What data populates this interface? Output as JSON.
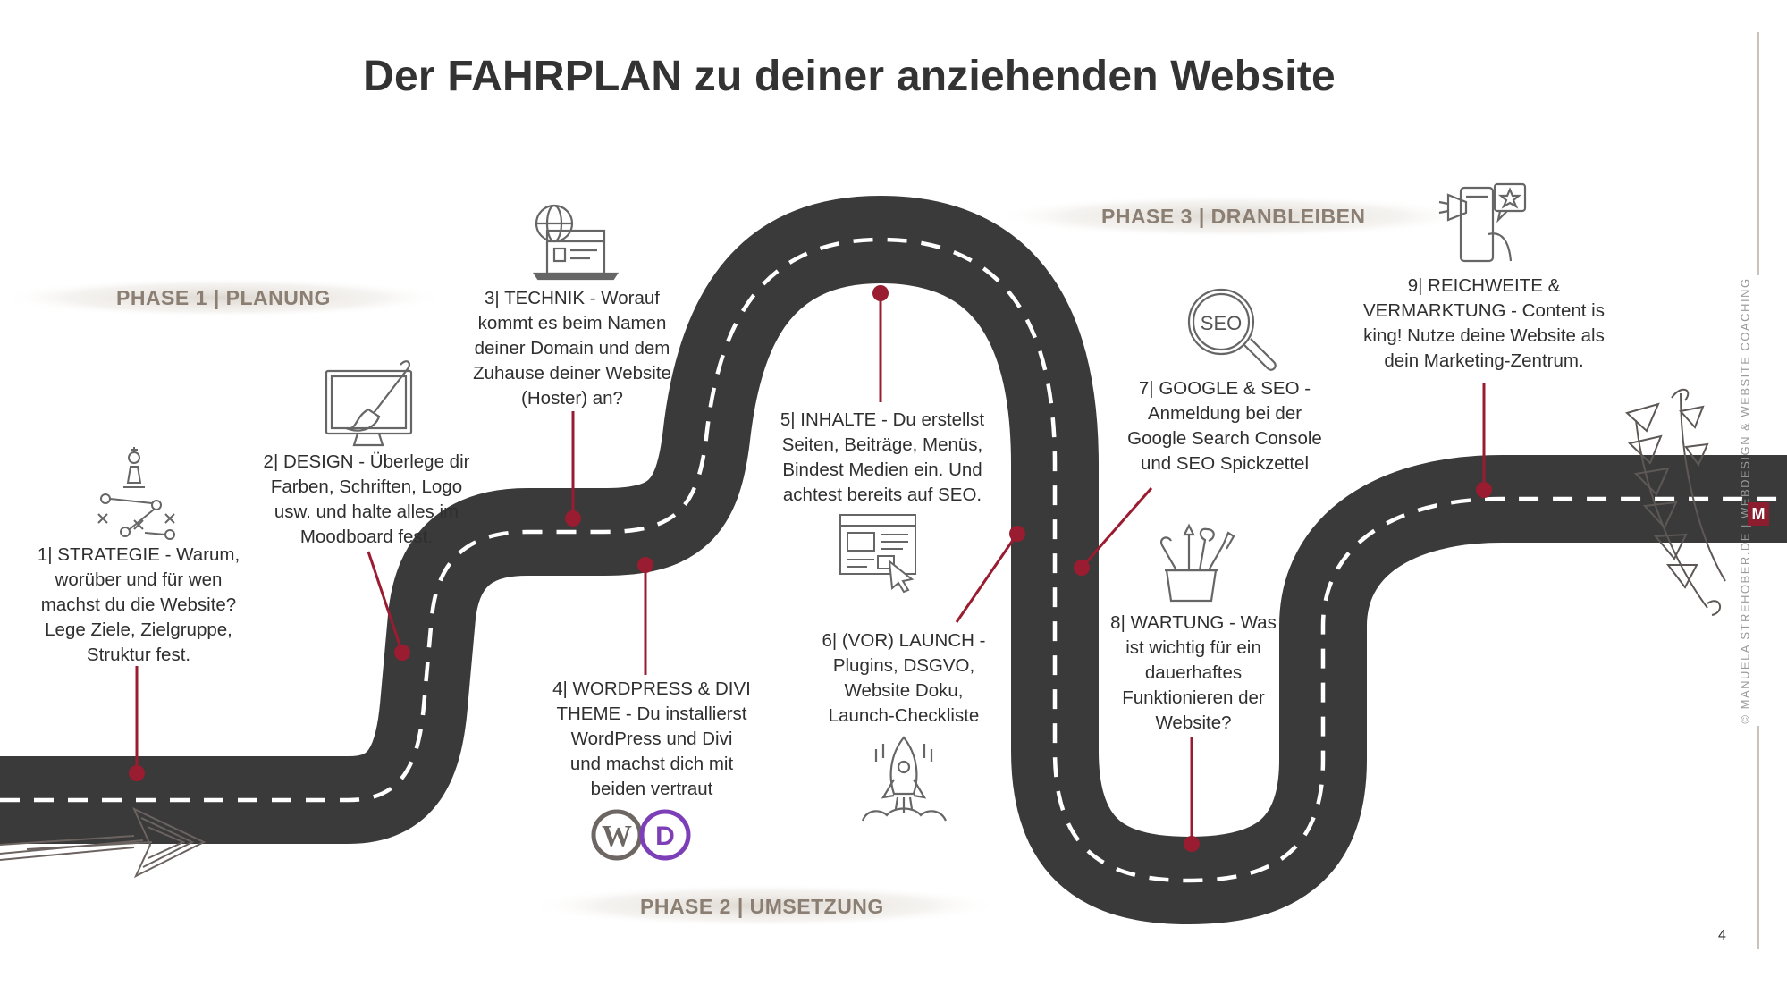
{
  "title": "Der FAHRPLAN zu deiner anziehenden Website",
  "phases": {
    "p1": "PHASE 1 | PLANUNG",
    "p2": "PHASE 2 | UMSETZUNG",
    "p3": "PHASE 3 | DRANBLEIBEN"
  },
  "steps": [
    {
      "id": 1,
      "text": "1| STRATEGIE - Warum,\nworüber und für wen\nmachst du die Website?\nLege Ziele, Zielgruppe,\nStruktur fest.",
      "icon": "strategy-chess-icon"
    },
    {
      "id": 2,
      "text": "2| DESIGN - Überlege dir\nFarben, Schriften, Logo\nusw. und halte alles im\nMoodboard fest.",
      "icon": "monitor-brush-icon"
    },
    {
      "id": 3,
      "text": "3| TECHNIK - Worauf\nkommt es beim Namen\ndeiner Domain und dem\nZuhause deiner Website\n(Hoster) an?",
      "icon": "web-hosting-icon"
    },
    {
      "id": 4,
      "text": "4| WORDPRESS & DIVI\nTHEME - Du installierst\nWordPress und Divi\nund machst dich mit\nbeiden vertraut",
      "icon": "wordpress-divi-icon"
    },
    {
      "id": 5,
      "text": "5| INHALTE - Du erstellst\nSeiten, Beiträge, Menüs,\nBindest Medien ein. Und\nachtest bereits auf SEO.",
      "icon": "web-content-icon"
    },
    {
      "id": 6,
      "text": "6| (VOR) LAUNCH -\nPlugins, DSGVO,\nWebsite Doku,\nLaunch-Checkliste",
      "icon": "rocket-icon"
    },
    {
      "id": 7,
      "text": "7| GOOGLE & SEO -\nAnmeldung bei der\nGoogle Search Console\nund SEO Spickzettel",
      "icon": "seo-magnifier-icon"
    },
    {
      "id": 8,
      "text": "8| WARTUNG - Was\nist wichtig für ein\ndauerhaftes\nFunktionieren der\nWebsite?",
      "icon": "toolbox-icon"
    },
    {
      "id": 9,
      "text": "9| REICHWEITE &\nVERMARKTUNG - Content is\nking! Nutze deine Website als\ndein Marketing-Zentrum.",
      "icon": "marketing-phone-icon"
    }
  ],
  "icon_labels": {
    "seo": "SEO",
    "wordpress": "W",
    "divi": "D"
  },
  "footer": {
    "copyright": "© MANUELA STREHOBER.DE | WEBDESIGN & WEBSITE COACHING",
    "logo_letter": "M",
    "page_number": "4"
  },
  "colors": {
    "road": "#3b3a3a",
    "marker": "#9a1c30",
    "phase_text": "#8b7e72",
    "icon_stroke": "#666666"
  }
}
